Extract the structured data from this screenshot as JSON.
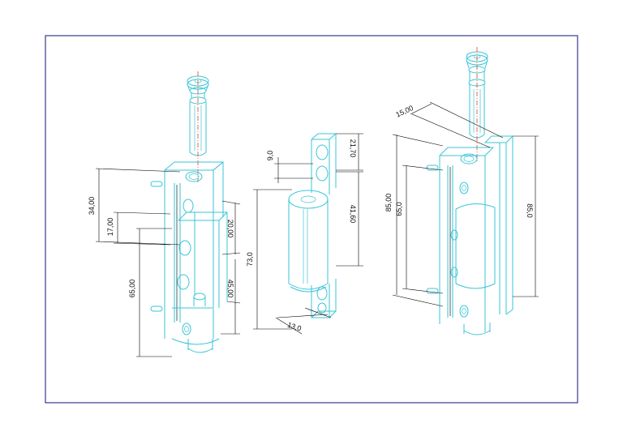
{
  "drawing": {
    "colors": {
      "frame": "#3a3a8c",
      "part_lines": "#39c6d6",
      "dimension_lines": "#000000",
      "center_axis": "#d9452e"
    },
    "views": [
      {
        "name": "exploded-hinge-view",
        "dimensions": [
          "34,00",
          "17,00",
          "65,00",
          "20,00",
          "45,00"
        ]
      },
      {
        "name": "hinge-leaf-view",
        "dimensions": [
          "9,0",
          "21,70",
          "73,0",
          "41,60",
          "13,0"
        ]
      },
      {
        "name": "assembled-hinge-view",
        "dimensions": [
          "15,00",
          "85,00",
          "65,0",
          "85,0"
        ]
      }
    ]
  }
}
